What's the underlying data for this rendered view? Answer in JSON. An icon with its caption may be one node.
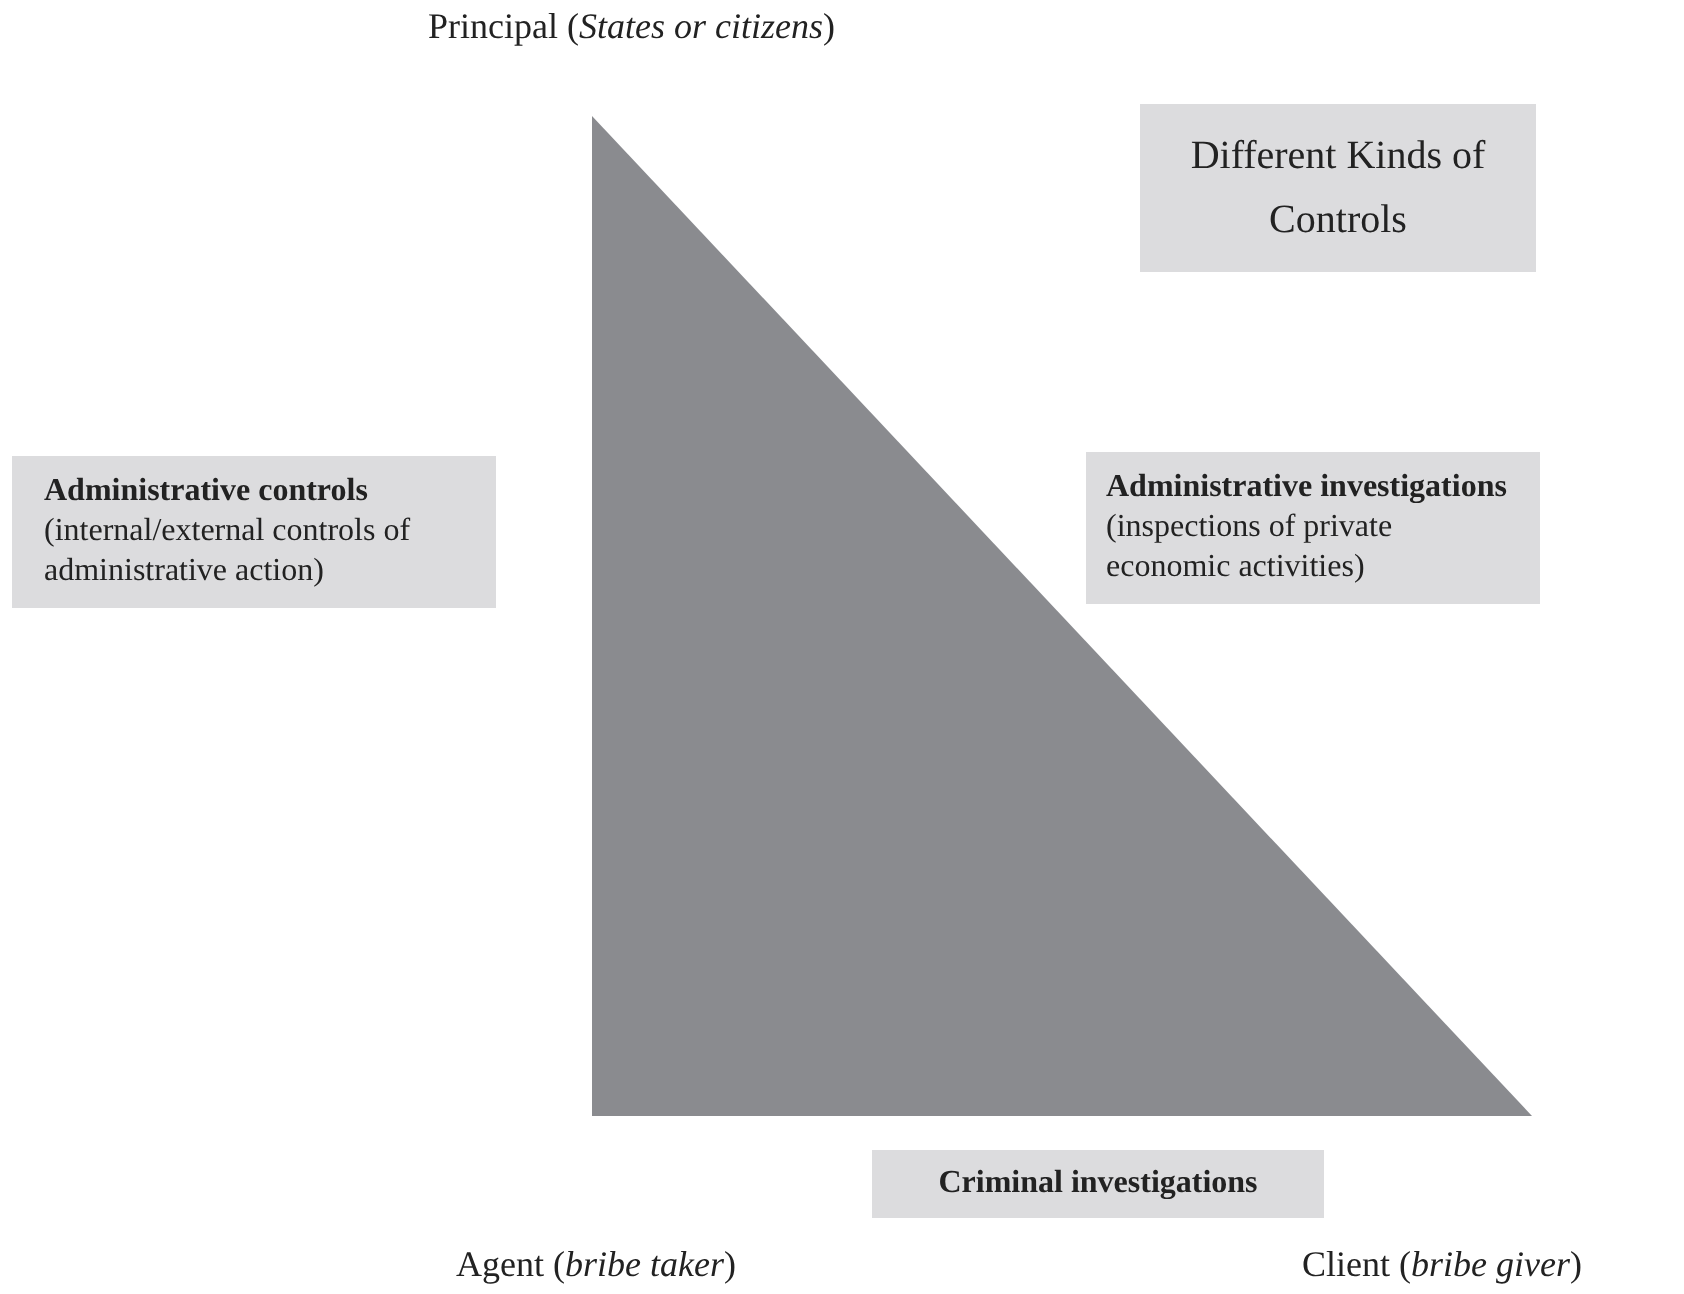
{
  "diagram": {
    "nodes": [
      {
        "text": [
          "Different Kinds of Controls"
        ]
      },
      {
        "text": [
          "Administrative controls",
          "(internal/external controls of administrative action)"
        ]
      },
      {
        "text": [
          "Administrative investigations",
          "(inspections of private economic activities)"
        ]
      },
      {
        "text": [
          "Criminal investigations"
        ]
      }
    ],
    "labels": [
      "Principal (*States or citizens*)",
      "Agent (*bribe taker*)",
      "Client (*bribe giver*)"
    ]
  }
}
